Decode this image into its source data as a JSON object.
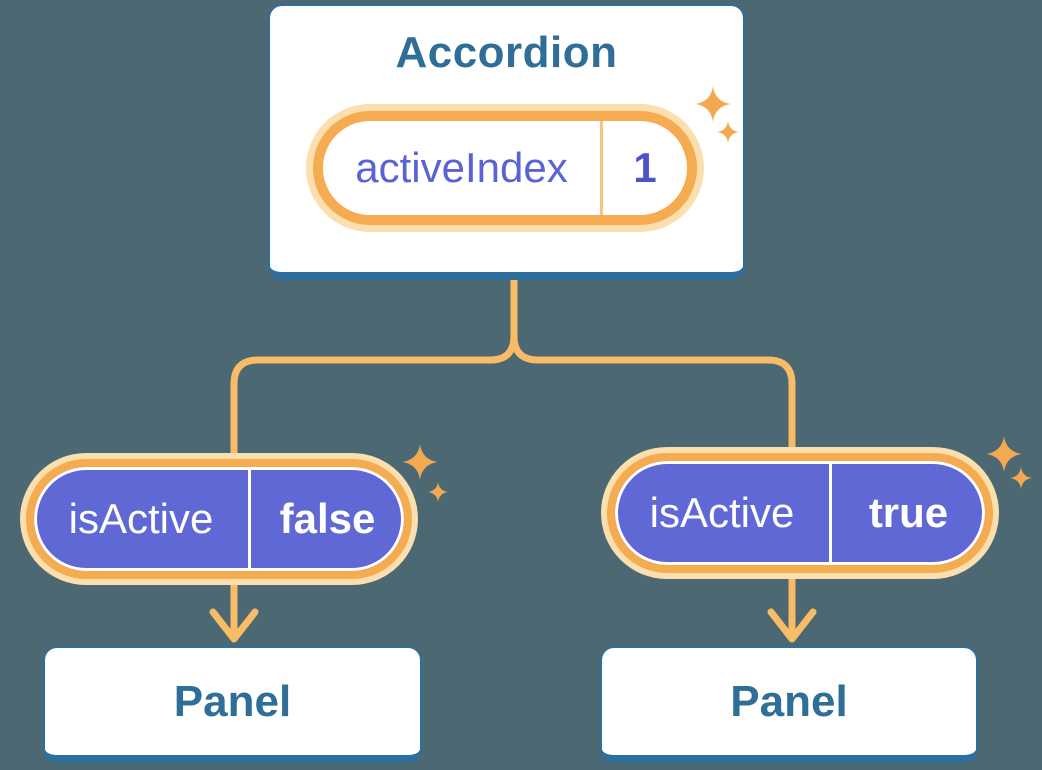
{
  "diagram": {
    "description": "Accordion component state diagram: parent holds activeIndex, children receive isActive prop, each renders a Panel",
    "root": {
      "title": "Accordion",
      "prop": {
        "name": "activeIndex",
        "value": "1"
      }
    },
    "children": [
      {
        "prop": {
          "name": "isActive",
          "value": "false"
        },
        "panel_label": "Panel"
      },
      {
        "prop": {
          "name": "isActive",
          "value": "true"
        },
        "panel_label": "Panel"
      }
    ]
  },
  "colors": {
    "background": "#4C6873",
    "card_fill": "#FFFFFF",
    "card_border_blue": "#2E6F9E",
    "heading_blue": "#2F6E96",
    "connector_orange": "#F8BC66",
    "ring_orange": "#F5AC50",
    "ring_halo": "#FBDFAE",
    "pill_purple": "#5F68D5",
    "prop_text_purple": "#5A62D4",
    "prop_value_indigo": "#4B53C9",
    "sparkle_orange": "#F2A952"
  },
  "icons": {
    "sparkle": "four-point-star"
  }
}
